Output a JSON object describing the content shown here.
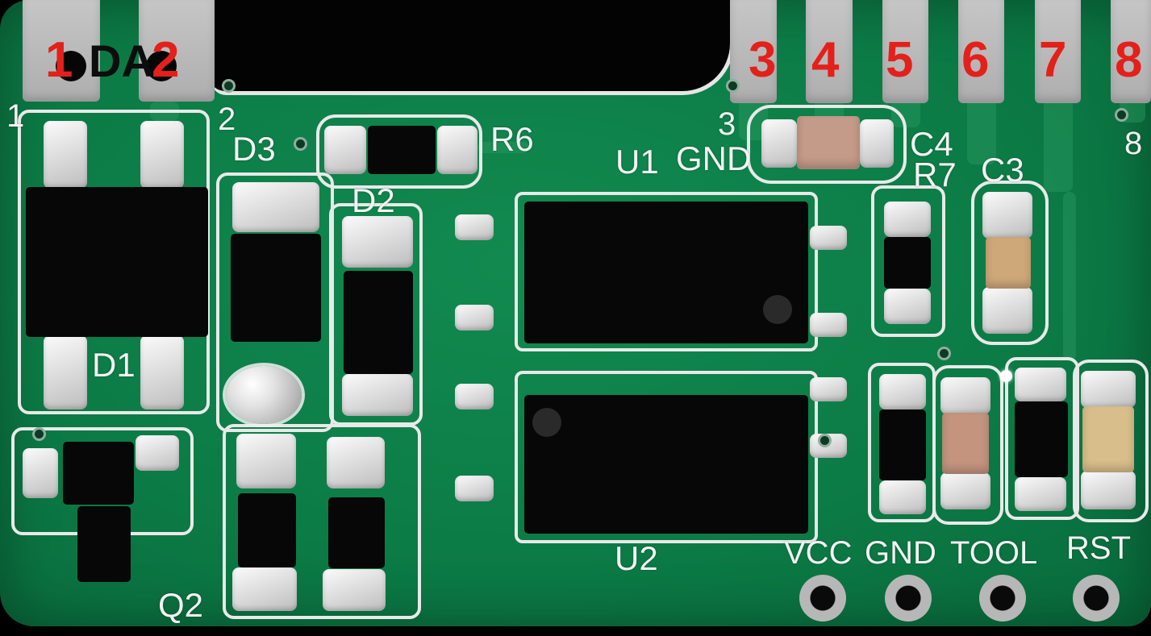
{
  "colors": {
    "board_green": "#0c7c46",
    "edge_pad_gray": "#bcbcbc",
    "silkscreen_white": "#f3f3f3",
    "annotation_red": "#e4201b",
    "annotation_black": "#0d0d0d",
    "component_black": "#070707",
    "capacitor_pink_tan": "#c49a88",
    "capacitor_yellow_tan": "#d2ae7c"
  },
  "edge_pins": {
    "left": [
      {
        "red_label": "1",
        "silk_label": "1"
      },
      {
        "red_label": "2",
        "silk_label": "2"
      }
    ],
    "right": [
      {
        "red_label": "3",
        "silk_label": "3"
      },
      {
        "red_label": "4",
        "silk_label": ""
      },
      {
        "red_label": "5",
        "silk_label": ""
      },
      {
        "red_label": "6",
        "silk_label": ""
      },
      {
        "red_label": "7",
        "silk_label": ""
      },
      {
        "red_label": "8",
        "silk_label": "8"
      }
    ],
    "da_label": "DA"
  },
  "silkscreen_labels": {
    "d1": "D1",
    "d2": "D2",
    "d3": "D3",
    "r6": "R6",
    "r7": "R7",
    "c3": "C3",
    "c4": "C4",
    "u1": "U1",
    "u2": "U2",
    "q2": "Q2",
    "gnd_top": "GND"
  },
  "programming_header": {
    "labels": [
      "VCC",
      "GND",
      "TOOL",
      "RST"
    ]
  }
}
